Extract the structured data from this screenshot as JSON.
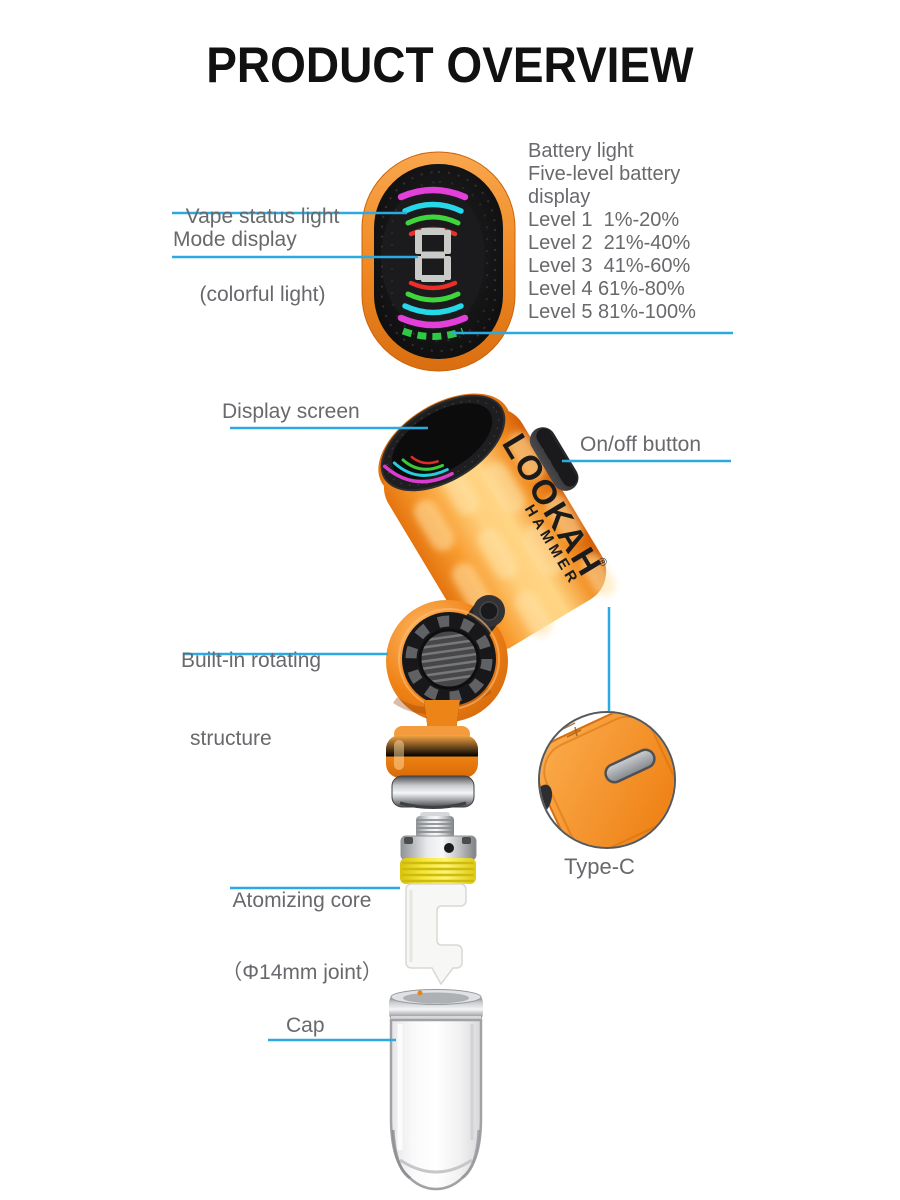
{
  "page": {
    "title": "PRODUCT OVERVIEW"
  },
  "colors": {
    "callout_blue": "#2BA9E0",
    "label_gray": "#68696C",
    "body_orange": "#F5891D",
    "arc_magenta": "#E33FDA",
    "arc_cyan": "#27D8E9",
    "arc_green": "#3ED63B",
    "arc_red": "#EA2F2B",
    "battery_green": "#2EC844",
    "atomizer_yellow": "#F6E637"
  },
  "labels": {
    "vape_status": {
      "line1": "Vape status light",
      "line2": "(colorful light)"
    },
    "mode": "Mode display",
    "battery": {
      "lines": [
        "Battery light",
        "Five-level battery",
        "display",
        "Level 1  1%-20%",
        "Level 2  21%-40%",
        "Level 3  41%-60%",
        "Level 4 61%-80%",
        "Level 5 81%-100%"
      ]
    },
    "display_screen": "Display screen",
    "on_off": "On/off button",
    "rotating": {
      "line1": "Built-in rotating",
      "line2": "structure"
    },
    "atomizing": {
      "line1": "Atomizing core",
      "line2": "（Φ14mm joint）"
    },
    "type_c": "Type-C",
    "cap": "Cap"
  },
  "device": {
    "brand": "LOOKAH",
    "model": "HAMMER",
    "registered_mark": "®",
    "display_digit": "8"
  }
}
